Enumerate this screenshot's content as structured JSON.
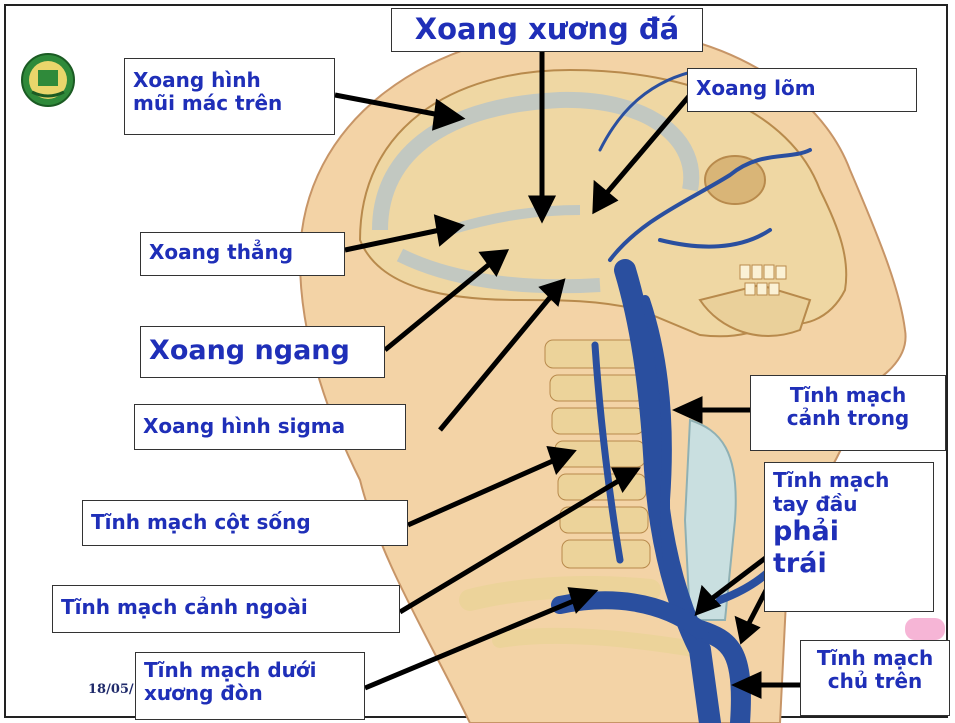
{
  "labels": {
    "petrosal": "Xoang xương đá",
    "superior_sagittal_1": "Xoang hình",
    "superior_sagittal_2": "mũi mác trên",
    "cavernous": "Xoang lõm",
    "straight": "Xoang thẳng",
    "transverse": "Xoang ngang",
    "sigmoid": "Xoang hình sigma",
    "internal_jugular_1": "Tĩnh mạch",
    "internal_jugular_2": "cảnh trong",
    "vertebral": "Tĩnh mạch cột sống",
    "brachiocephalic_1": "Tĩnh mạch",
    "brachiocephalic_2": "tay đầu",
    "brachiocephalic_right": "phải",
    "brachiocephalic_left": "trái",
    "external_jugular": "Tĩnh mạch cảnh ngoài",
    "subclavian_1": "Tĩnh mạch dưới",
    "subclavian_2": "xương đòn",
    "superior_vena_cava_1": "Tĩnh mạch",
    "superior_vena_cava_2": "chủ trên"
  },
  "footer": {
    "date": "18/05/"
  },
  "colors": {
    "label_text": "#1f2fb8",
    "vein": "#2a4f9f",
    "skin": "#f3d3a6",
    "bone": "#ecd39a"
  }
}
